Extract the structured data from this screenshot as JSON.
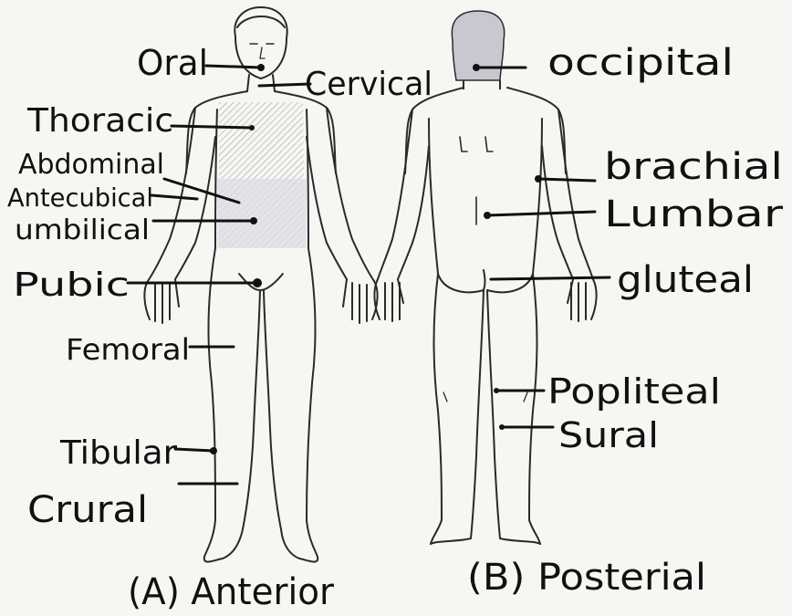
{
  "colors": {
    "ink": "#111111",
    "line": "#2a2a2a",
    "shade": "#c8c8d0",
    "paper": "#f7f6f3"
  },
  "anterior": {
    "caption": "(A) Anterior",
    "labels": {
      "oral": "Oral",
      "cervical": "Cervical",
      "thoracic": "Thoracic",
      "abdominal": "Abdominal",
      "antecubital": "Antecubical",
      "umbilical": "umbilical",
      "pubic": "Pubic",
      "femoral": "Femoral",
      "tibular": "Tibular",
      "crural": "Crural"
    }
  },
  "posterior": {
    "caption": "(B) Posterial",
    "labels": {
      "occipital": "occipital",
      "brachial": "brachial",
      "lumbar": "Lumbar",
      "gluteal": "gluteal",
      "popliteal": "Popliteal",
      "sural": "Sural"
    }
  }
}
